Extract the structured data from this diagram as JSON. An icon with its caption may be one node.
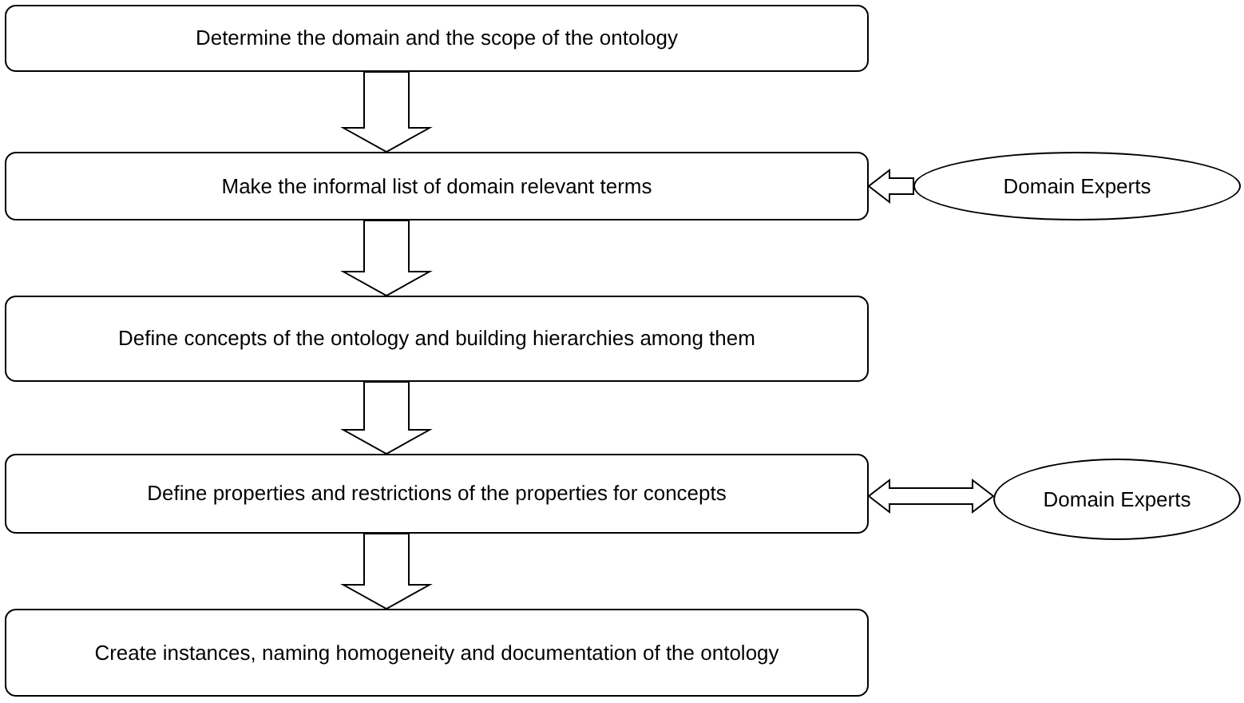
{
  "diagram": {
    "nodes": [
      {
        "text": [
          "Determine the domain and the scope of the ontology"
        ]
      },
      {
        "text": [
          "Make the informal list of domain relevant terms"
        ]
      },
      {
        "text": [
          "Define concepts of the ontology and building hierarchies among them"
        ]
      },
      {
        "text": [
          "Define properties and restrictions of the properties for concepts"
        ]
      },
      {
        "text": [
          "Create instances, naming homogeneity and documentation of the ontology"
        ]
      },
      {
        "text": [
          "Domain Experts"
        ]
      },
      {
        "text": [
          "Domain Experts"
        ]
      }
    ],
    "edges": [
      {
        "from": 0,
        "to": 1,
        "arrow": "to"
      },
      {
        "from": 1,
        "to": 2,
        "arrow": "to"
      },
      {
        "from": 2,
        "to": 3,
        "arrow": "to"
      },
      {
        "from": 3,
        "to": 4,
        "arrow": "to"
      },
      {
        "from": 5,
        "to": 1,
        "arrow": "to"
      },
      {
        "from": 3,
        "to": 6,
        "arrow": "both"
      }
    ]
  }
}
